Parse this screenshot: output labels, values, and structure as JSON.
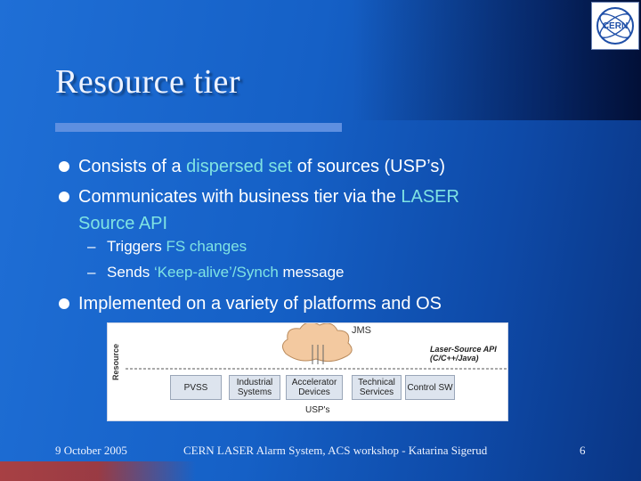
{
  "slide": {
    "title": "Resource tier",
    "logo_text": "CERN",
    "bullets": [
      {
        "pre": "Consists of a ",
        "hl": "dispersed set",
        "post": " of sources (USP’s)"
      },
      {
        "line1_pre": "Communicates with business tier via the ",
        "line1_hl": "LASER",
        "line2_hl": "Source API"
      },
      {
        "text": "Implemented on a variety of platforms and OS"
      }
    ],
    "subbullets": [
      {
        "dash": "–",
        "pre": "Triggers ",
        "hl": "FS changes",
        "post": ""
      },
      {
        "dash": "–",
        "pre": "Sends ",
        "hl": "‘Keep-alive’/Synch",
        "post": " message"
      }
    ]
  },
  "diagram": {
    "side_label": "Resource",
    "jms_label": "JMS",
    "api_label_1": "Laser-Source API",
    "api_label_2": "(C/C++/Java)",
    "usps_label": "USP's",
    "boxes": [
      "PVSS",
      "Industrial Systems",
      "Accelerator Devices",
      "Technical Services",
      "Control SW"
    ]
  },
  "footer": {
    "date": "9 October 2005",
    "center": "CERN LASER Alarm System, ACS workshop - Katarina Sigerud",
    "page": "6"
  },
  "colors": {
    "background": "#1560c6",
    "highlight": "#7fe3e3",
    "title_underline": "#5e8fe0"
  }
}
